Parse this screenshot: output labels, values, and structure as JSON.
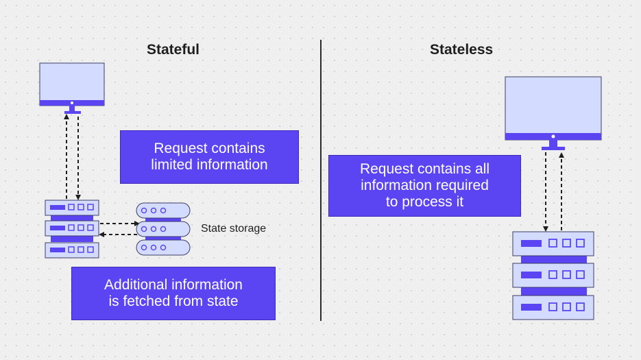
{
  "colors": {
    "background": "#efefef",
    "accent": "#5b45f2",
    "device_fill": "#d3dbff",
    "outline": "#3d3d66"
  },
  "stateful": {
    "heading": "Stateful",
    "request_label": "Request contains\nlimited information",
    "fetch_label": "Additional information\nis fetched from state",
    "storage_label": "State storage",
    "icons": [
      "monitor-icon",
      "server-stack-icon",
      "database-stack-icon"
    ]
  },
  "stateless": {
    "heading": "Stateless",
    "request_label": "Request contains all\ninformation required\nto process it",
    "icons": [
      "monitor-icon",
      "server-stack-icon"
    ]
  }
}
